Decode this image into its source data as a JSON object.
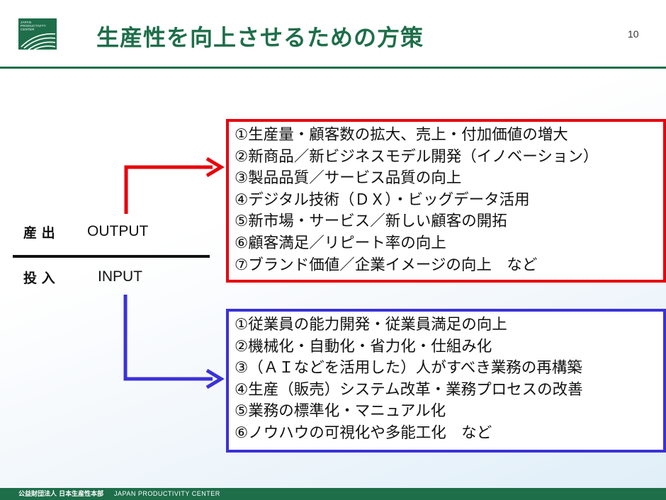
{
  "header": {
    "logo_text": [
      "JAPAN",
      "PRODUCTIVITY",
      "CENTER"
    ],
    "title": "生産性を向上させるための方策",
    "page_number": "10"
  },
  "labels": {
    "output_jp": "産 出",
    "output_en": "OUTPUT",
    "input_jp": "投 入",
    "input_en": "INPUT"
  },
  "output_items": [
    "①生産量・顧客数の拡大、売上・付加価値の増大",
    "②新商品／新ビジネスモデル開発（イノベーション）",
    "③製品品質／サービス品質の向上",
    "④デジタル技術（ＤＸ）・ビッグデータ活用",
    "⑤新市場・サービス／新しい顧客の開拓",
    "⑥顧客満足／リピート率の向上",
    "⑦ブランド価値／企業イメージの向上　など"
  ],
  "input_items": [
    "①従業員の能力開発・従業員満足の向上",
    "②機械化・自動化・省力化・仕組み化",
    "③（ＡＩなどを活用した）人がすべき業務の再構築",
    "④生産（販売）システム改革・業務プロセスの改善",
    "⑤業務の標準化・マニュアル化",
    "⑥ノウハウの可視化や多能工化　など"
  ],
  "footer": {
    "org_jp": "公益財団法人 日本生産性本部",
    "org_en": "JAPAN PRODUCTIVITY CENTER"
  },
  "colors": {
    "brand_green": "#1e6e4a",
    "output_red": "#e8000b",
    "input_blue": "#3a32d8"
  }
}
